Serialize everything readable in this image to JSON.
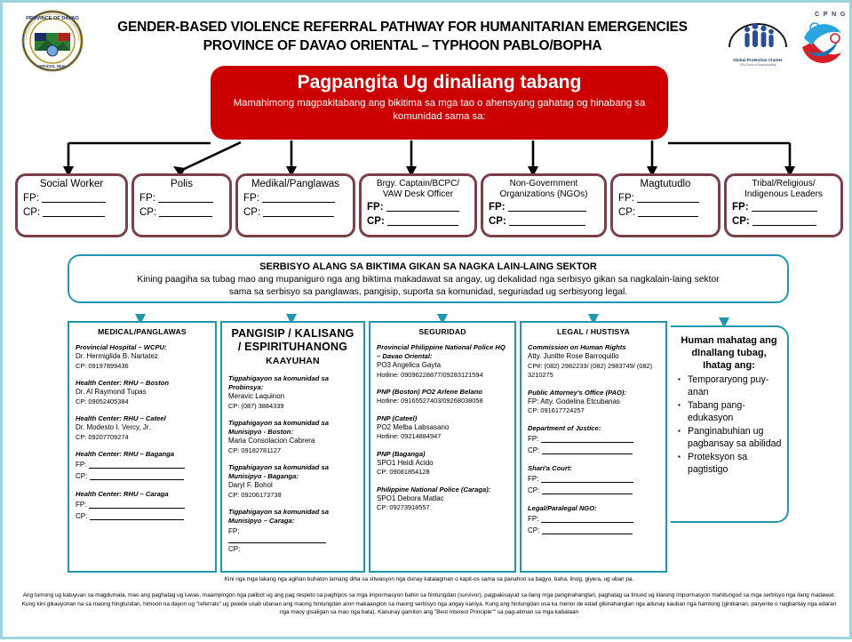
{
  "header": {
    "title_line1": "GENDER-BASED VIOLENCE REFERRAL PATHWAY FOR HUMANITARIAN EMERGENCIES",
    "title_line2": "PROVINCE OF DAVAO ORIENTAL – TYPHOON PABLO/BOPHA",
    "seal_alt": "province-of-davao-oriental-seal",
    "gpc_caption": "Global Protection Cluster",
    "gpc_subcaption": "GBV Area of Responsibility",
    "cpng_caption": "C P N G"
  },
  "banner": {
    "title": "Pagpangita Ug dinaliang tabang",
    "body": "Mamahimong magpakitabang ang   bikitima  sa mga tao o ahensyang  gahatag og hinabang sa komunidad sama sa:",
    "color": "#cc0000"
  },
  "referral_boxes": [
    {
      "title": "Social Worker",
      "fields": [
        "FP:",
        "CP:"
      ],
      "bold_fields": false
    },
    {
      "title": "Polis",
      "fields": [
        "FP:",
        "CP:"
      ],
      "bold_fields": false
    },
    {
      "title": "Medikal/Panglawas",
      "fields": [
        "FP:",
        "CP:"
      ],
      "bold_fields": false
    },
    {
      "title": "Brgy. Captain/BCPC/ VAW Desk Officer",
      "fields": [
        "FP:",
        "CP:"
      ],
      "bold_fields": true
    },
    {
      "title": "Non-Government Organizations (NGOs)",
      "fields": [
        "FP:",
        "CP:"
      ],
      "bold_fields": true
    },
    {
      "title": "Magtutudlo",
      "fields": [
        "FP:",
        "CP:"
      ],
      "bold_fields": false
    },
    {
      "title": "Tribal/Religious/ Indigenous Leaders",
      "fields": [
        "FP:",
        "CP:"
      ],
      "bold_fields": true
    }
  ],
  "serbisyo": {
    "title": "SERBISYO ALANG SA BIKTIMA GIKAN SA NAGKA LAIN-LAING SEKTOR",
    "line1": "Kining paagiha  sa tubag mao ang mupaniguro nga ang biktima  makadawat sa angay, ug dekalidad nga serbisyo  gikan sa nagkalain-laing sektor",
    "line2": "sama sa serbisyo sa panglawas, pangisip, suporta sa komunidad, seguriadad ug serbisyong legal.",
    "border_color": "#2196ae"
  },
  "columns": [
    {
      "heading": "MEDICAL/PANGLAWAS",
      "heading_sub": "",
      "entries": [
        {
          "org": "Provincial Hospital – WCPU:",
          "person": "Dr. Hermiglida B. Nartatez",
          "contact_label": "CP:",
          "contact": "09197899436",
          "blanks": []
        },
        {
          "org": "Health Center:  RHU – Boston",
          "person": "Dr. Al Raymond Tupas",
          "contact_label": "CP:",
          "contact": "09052405384",
          "blanks": []
        },
        {
          "org": "Health Center:  RHU – Cateel",
          "person": "Dr. Modesto I. Vercy, Jr.",
          "contact_label": "CP:",
          "contact": "09207709274",
          "blanks": []
        },
        {
          "org": "Health Center:  RHU – Baganga",
          "person": "",
          "contact_label": "",
          "contact": "",
          "blanks": [
            "FP:",
            "CP:"
          ]
        },
        {
          "org": "Health Center:  RHU – Caraga",
          "person": "",
          "contact_label": "",
          "contact": "",
          "blanks": [
            "FP:",
            "CP:"
          ]
        }
      ]
    },
    {
      "heading": "PANGISIP / KALISANG / ESPIRITUHANONG",
      "heading_sub": "KAAYUHAN",
      "entries": [
        {
          "org": "Tigpahigayon sa komunidad sa Probinsya:",
          "person": "Meravic Laquinon",
          "contact_label": "CP:",
          "contact": "(087) 3884339",
          "blanks": []
        },
        {
          "org": "Tigpahigayon sa komunidad sa Munisipyo - Boston:",
          "person": "Maria Consolacion Cabrera",
          "contact_label": "CP:",
          "contact": "09182781127",
          "blanks": []
        },
        {
          "org": "Tigpahigayon sa komunidad sa Munisipyo - Baganga:",
          "person": "Daryl F. Bohol",
          "contact_label": "CP:",
          "contact": "09206173738",
          "blanks": []
        },
        {
          "org": "Tigpahigayon sa komunidad sa Munisipyo – Caraga:",
          "person": "",
          "contact_label": "",
          "contact": "",
          "blanks": [
            "FP:",
            "CP:"
          ]
        }
      ]
    },
    {
      "heading": "SEGURIDAD",
      "heading_sub": "",
      "entries": [
        {
          "org": "Provincial Philippine National Police HQ – Davao Oriental:",
          "person": "PO3 Angelica Gayta",
          "contact_label": "Hotline:",
          "contact": "09096228877/09283121594",
          "blanks": []
        },
        {
          "org": "PNP (Boston) PO2 Arlene Belano",
          "person": "",
          "contact_label": "Hotline:",
          "contact": "09165527403/09268038058",
          "blanks": []
        },
        {
          "org": "PNP (Cateel)",
          "person": "PO2 Melba Labsasano",
          "contact_label": "Hotline:",
          "contact": "09214884947",
          "blanks": []
        },
        {
          "org": "PNP (Baganga)",
          "person": "SPO1 Heidi Acido",
          "contact_label": "CP:",
          "contact": "09081854128",
          "blanks": []
        },
        {
          "org": "Philippine National Police (Caraga):",
          "person": "SPO1 Debora Matlac",
          "contact_label": "CP:",
          "contact": "09273918557",
          "blanks": []
        }
      ]
    },
    {
      "heading": "LEGAL / HUSTISYA",
      "heading_sub": "",
      "entries": [
        {
          "org": "Commission on Human Rights",
          "person": "Atty. Junitte Rose Barroquillo",
          "contact_label": "CP#:",
          "contact": "(082) 2982233/ (082) 2983749/ (082) 3210275",
          "blanks": []
        },
        {
          "org": "Public Attorney's Office (PAO):",
          "person": "FP:  Atty. Godelina Etcubanas",
          "contact_label": "CP:",
          "contact": "091617724257",
          "blanks": []
        },
        {
          "org": "Department of Justice:",
          "person": "",
          "contact_label": "",
          "contact": "",
          "blanks": [
            "FP:",
            "CP:"
          ]
        },
        {
          "org": "Shari'a Court:",
          "person": "",
          "contact_label": "",
          "contact": "",
          "blanks": [
            "FP:",
            "CP:"
          ]
        },
        {
          "org": "Legal/Paralegal NGO:",
          "person": "",
          "contact_label": "",
          "contact": "",
          "blanks": [
            "FP:",
            "CP:"
          ]
        }
      ]
    }
  ],
  "right_box": {
    "title": "Human mahatag ang dInallang tubag, Ihatag ang:",
    "items": [
      "Temporaryong puy-anan",
      "Tabang pang-edukasyon",
      "Panginabuhian ug pagbansay sa abilidad",
      "Proteksyon sa pagtistigo"
    ]
  },
  "footer": {
    "note": "Kini nga mga lakang nga agihan  buhaton lamang diha sa sitwasyon nga dunay katalagman o kapit-os sama sa panahon sa bagyo, baha, linog, giyera, ug uban pa.",
    "paragraph": "Ang tumong ug katuyuan sa magdumala, mao ang paghatag ug luwas, maampingon nga palibot ug ang pag respeto sa paghipos sa mga impormasyon bahin sa hintungdan (survivor), pagpakisayud sa ilang mga panginahanglan, paghatag sa tinuod ug klarong impormasyon mahitungod sa mga serbisyo nga ilang madawat.  Kung kini gikauyonan na sa maong hingtundan, himoon na dayon ug \"referrals\" ug pwede usab ubanan ang maong hintungdan aron makaanglon sa maong serbisyo nga angay kaniya. Kung ang hintungdan usa ka menor de edad  gikinahanglan nga adunay kauban nga hamtong (ginikanan, paryente o nagbantay nga edaran nga maoy gisaligan sa mao nga bata). Kanunay gamiton ang  \"Best Interest Principle\"\" sa pag-atiman sa mga kabataan"
  }
}
